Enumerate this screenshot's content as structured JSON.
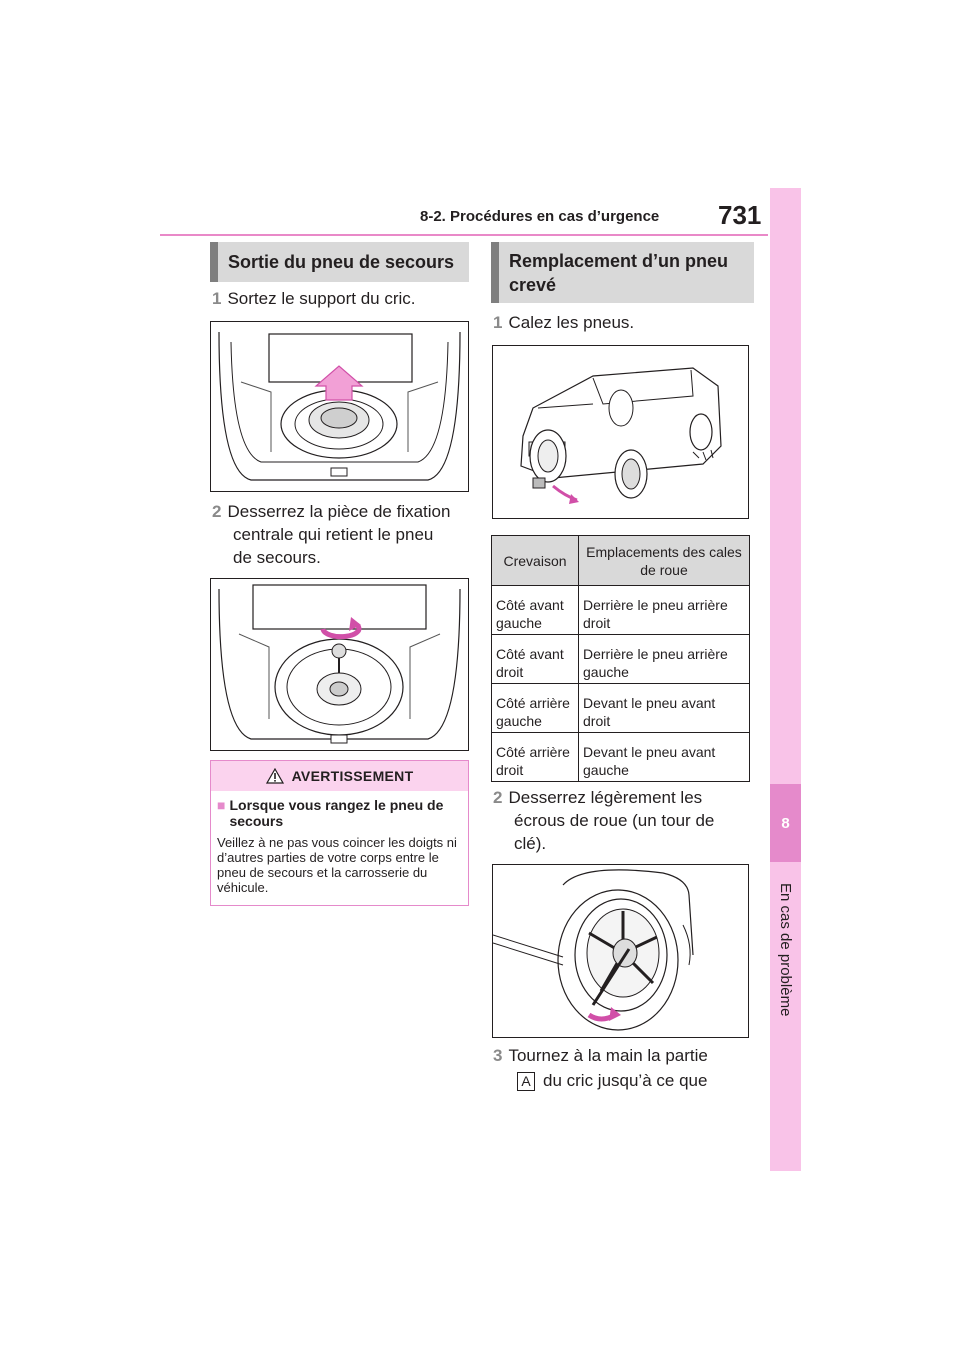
{
  "header": {
    "section": "8-2. Procédures en cas d’urgence",
    "page": "731"
  },
  "side_tab": {
    "chapter_number": "8",
    "chapter_title": "En cas de problème"
  },
  "left": {
    "heading": "Sortie du pneu de secours",
    "step1": {
      "num": "1",
      "text": "Sortez le support du cric."
    },
    "step2": {
      "num": "2",
      "line1": "Desserrez la pièce de fixation",
      "line2": "centrale qui retient le pneu",
      "line3": "de secours."
    },
    "warning": {
      "title": "AVERTISSEMENT",
      "bullet_mark": "■",
      "subtitle": "Lorsque vous rangez le pneu de secours",
      "body": "Veillez à ne pas vous coincer les doigts ni d’autres parties de votre corps entre le pneu de secours et la carrosserie du véhicule."
    }
  },
  "right": {
    "heading_line1": "Remplacement d’un pneu",
    "heading_line2": "crevé",
    "step1": {
      "num": "1",
      "text": "Calez les pneus."
    },
    "table": {
      "headers": [
        "Crevaison",
        "Emplacements des cales de roue"
      ],
      "rows": [
        [
          "Côté avant gauche",
          "Derrière le pneu arrière droit"
        ],
        [
          "Côté avant droit",
          "Derrière le pneu arrière gauche"
        ],
        [
          "Côté arrière gauche",
          "Devant le pneu avant droit"
        ],
        [
          "Côté arrière droit",
          "Devant le pneu avant gauche"
        ]
      ]
    },
    "step2": {
      "num": "2",
      "line1": "Desserrez légèrement les",
      "line2": "écrous de roue (un tour de",
      "line3": "clé)."
    },
    "step3": {
      "num": "3",
      "line1": "Tournez à la main la partie",
      "box_label": "A",
      "line2": "du cric jusqu’à ce que"
    }
  },
  "colors": {
    "accent_pink": "#e58acb",
    "tab_pink": "#f9c3e8",
    "heading_gray": "#d9d9d9"
  }
}
